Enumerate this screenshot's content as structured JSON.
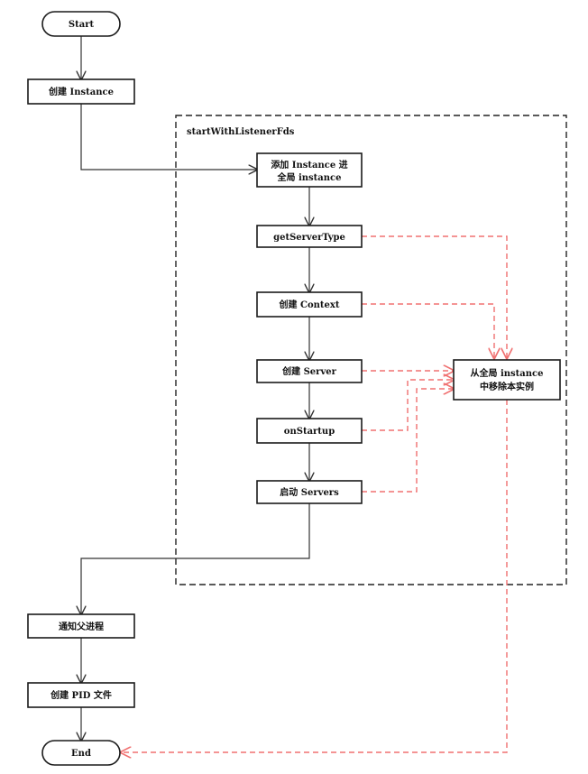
{
  "diagram": {
    "group_label": "startWithListenerFds",
    "nodes": {
      "start": "Start",
      "create_instance": "创建 Instance",
      "add_instance": [
        "添加 Instance 进",
        "全局 instance"
      ],
      "get_server_type": "getServerType",
      "create_context": "创建 Context",
      "create_server": "创建 Server",
      "on_startup": "onStartup",
      "start_servers": "启动 Servers",
      "remove_instance": [
        "从全局 instance",
        "中移除本实例"
      ],
      "notify_parent": "通知父进程",
      "create_pid": "创建 PID 文件",
      "end": "End"
    },
    "colors": {
      "error_path": "#f07070",
      "line": "#333333"
    }
  }
}
